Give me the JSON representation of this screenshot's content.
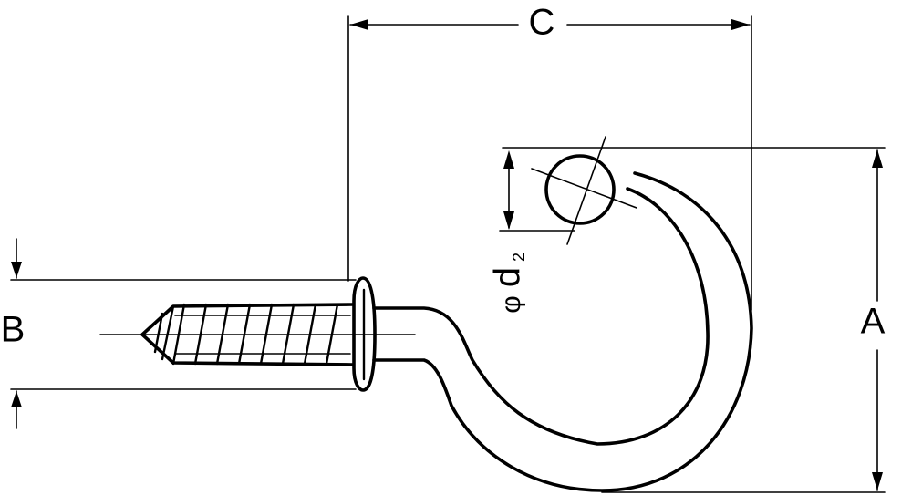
{
  "diagram": {
    "labels": {
      "c": "C",
      "a": "A",
      "b": "B",
      "phi": "φ",
      "d": "d",
      "d_sub": "2"
    },
    "colors": {
      "line": "#000000",
      "background": "#ffffff"
    }
  }
}
